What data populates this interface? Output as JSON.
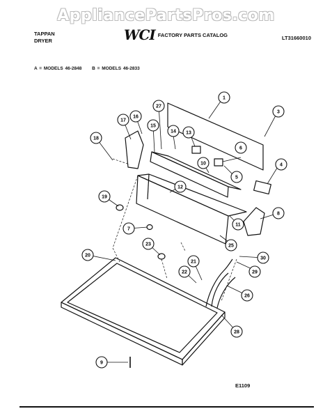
{
  "watermark": "AppliancePartsPros.com",
  "header": {
    "brand": "TAPPAN",
    "product": "DRYER",
    "logo": "WCI",
    "catalog_title": "FACTORY PARTS CATALOG",
    "catalog_number": "LT31660010"
  },
  "models": {
    "a": "A = MODELS 46-2848",
    "b": "B = MODELS 46-2833"
  },
  "diagram_code": "E1109",
  "callouts": [
    "1",
    "3",
    "4",
    "5",
    "6",
    "7",
    "8",
    "9",
    "10",
    "11",
    "12",
    "13",
    "14",
    "15",
    "16",
    "17",
    "18",
    "19",
    "20",
    "21",
    "22",
    "23",
    "25",
    "26",
    "27",
    "28",
    "29",
    "30"
  ]
}
